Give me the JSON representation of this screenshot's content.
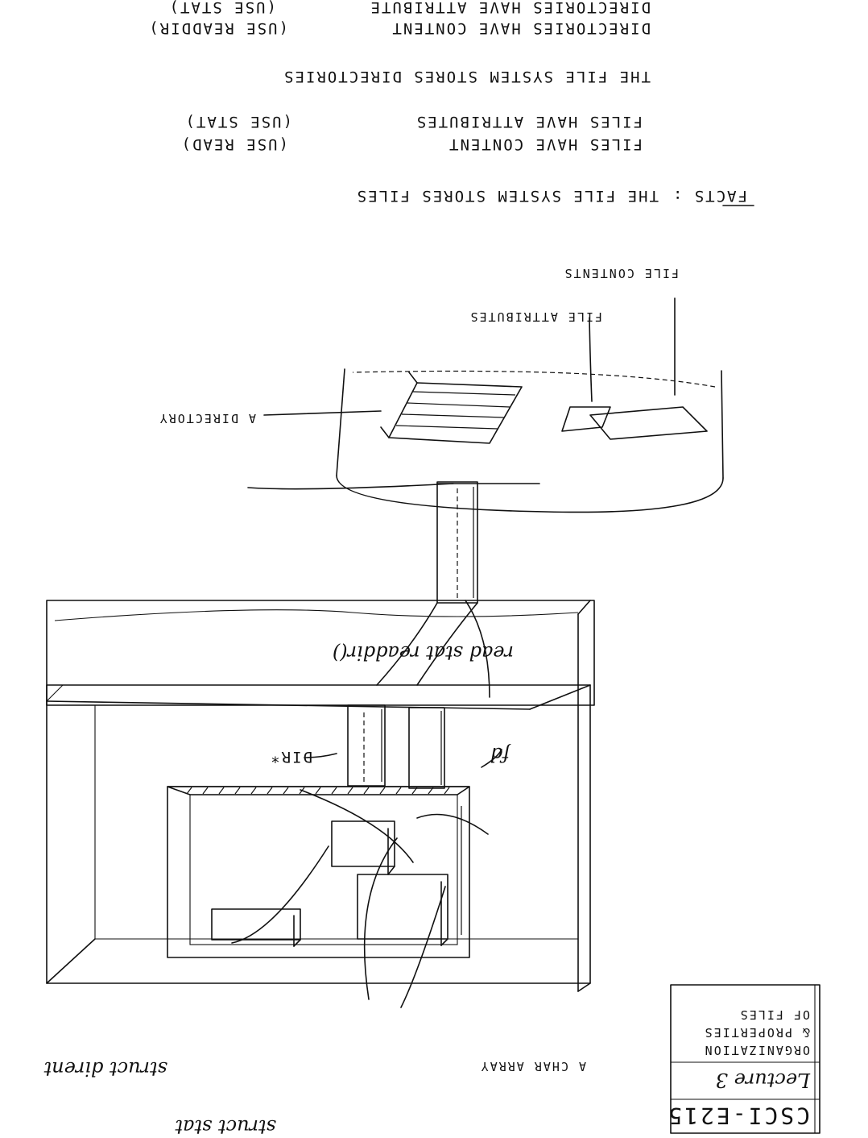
{
  "facts": {
    "heading": "FACTS :",
    "line1": "THE FILE SYSTEM STORES FILES",
    "line2": "FILES HAVE CONTENT",
    "line2_note": "(USE READ)",
    "line3": "FILES HAVE ATTRIBUTES",
    "line3_note": "(USE STAT)",
    "line4": "THE FILE SYSTEM STORES DIRECTORIES",
    "line5": "DIRECTORIES HAVE CONTENT",
    "line5_note": "(USE READDIR)",
    "line6": "DIRECTORIES HAVE ATTRIBUTE",
    "line6_note": "(USE STAT)"
  },
  "diagram": {
    "file_content": "FILE CONTENTS",
    "file_attributes": "FILE ATTRIBUTES",
    "directory": "A DIRECTORY",
    "syscalls": "read   stat   readdir()",
    "dirp": "DIR*",
    "fd": "fd",
    "struct_dirent": "struct dirent",
    "struct_stat": "struct stat",
    "char_array": "A CHAR ARRAY"
  },
  "title_card": {
    "course": "CSCI-E215",
    "lecture": "Lecture 3",
    "topic_line1": "ORGANIZATION",
    "topic_line2": "& PROPERTIES",
    "topic_line3": "OF FILES"
  }
}
